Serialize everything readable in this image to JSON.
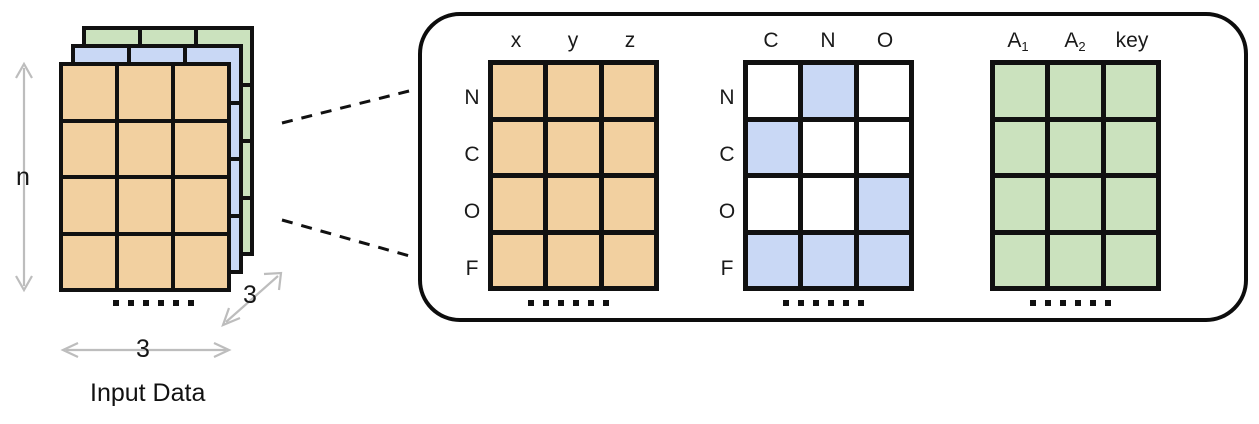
{
  "figure": {
    "caption": "Input Data",
    "colors": {
      "orange": "#F2D0A0",
      "blue": "#C9D8F5",
      "green": "#CBE2BE",
      "white": "#FFFFFF",
      "outline": "#111111",
      "dim_arrow": "#BDBDBD"
    }
  },
  "input_stack": {
    "name": "Input Data",
    "rows_label": "n",
    "cols_label": "3",
    "depth_label": "3",
    "layers": [
      {
        "name": "green-layer",
        "color": "#CBE2BE",
        "rows": 4,
        "cols": 3
      },
      {
        "name": "blue-layer",
        "color": "#C9D8F5",
        "rows": 4,
        "cols": 3
      },
      {
        "name": "orange-layer",
        "color": "#F2D0A0",
        "rows": 4,
        "cols": 3
      }
    ],
    "ellipsis": "• • • • • •"
  },
  "panel": {
    "matrices": [
      {
        "id": "coordinates-matrix",
        "columns": [
          "x",
          "y",
          "z"
        ],
        "rows": [
          "N",
          "C",
          "O",
          "F"
        ],
        "fill_color": "#F2D0A0",
        "cells": [
          [
            "filled",
            "filled",
            "filled"
          ],
          [
            "filled",
            "filled",
            "filled"
          ],
          [
            "filled",
            "filled",
            "filled"
          ],
          [
            "filled",
            "filled",
            "filled"
          ]
        ]
      },
      {
        "id": "onehot-matrix",
        "columns": [
          "C",
          "N",
          "O"
        ],
        "rows": [
          "N",
          "C",
          "O",
          "F"
        ],
        "fill_color": "#C9D8F5",
        "cells": [
          [
            "empty",
            "filled",
            "empty"
          ],
          [
            "filled",
            "empty",
            "empty"
          ],
          [
            "empty",
            "empty",
            "filled"
          ],
          [
            "filled",
            "filled",
            "filled"
          ]
        ]
      },
      {
        "id": "attributes-matrix",
        "columns": [
          "A",
          "A",
          "key"
        ],
        "column_subscripts": [
          "1",
          "2",
          ""
        ],
        "rows": [
          "",
          "",
          "",
          ""
        ],
        "fill_color": "#CBE2BE",
        "cells": [
          [
            "filled",
            "filled",
            "filled"
          ],
          [
            "filled",
            "filled",
            "filled"
          ],
          [
            "filled",
            "filled",
            "filled"
          ],
          [
            "filled",
            "filled",
            "filled"
          ]
        ]
      }
    ],
    "ellipsis_count": 6
  }
}
